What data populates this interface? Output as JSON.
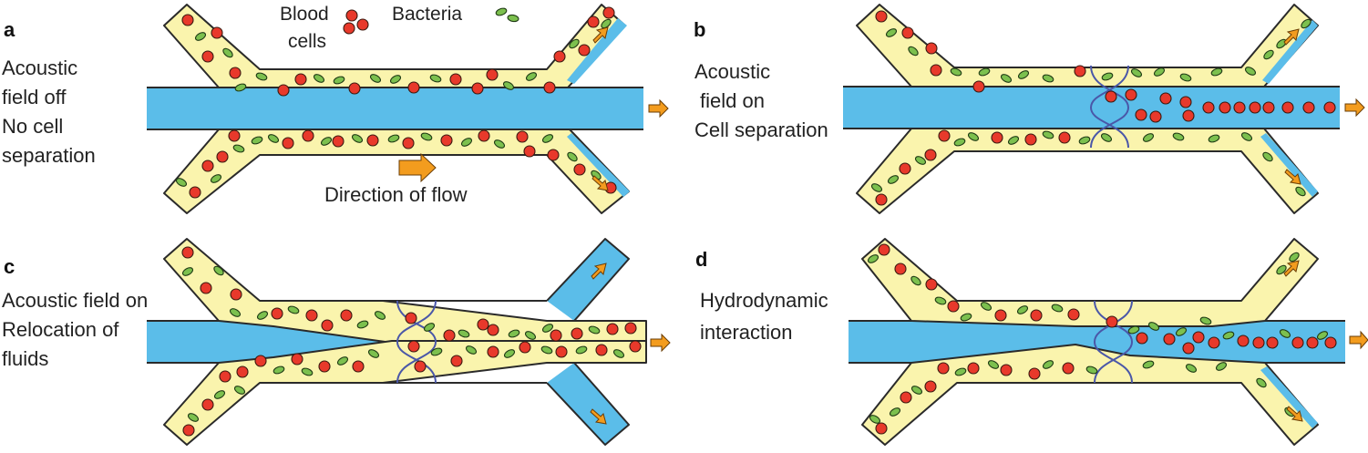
{
  "panels": [
    {
      "id": "a",
      "letter": "a",
      "caption_lines": [
        "Acoustic",
        "field off",
        "No cell",
        "separation"
      ]
    },
    {
      "id": "b",
      "letter": "b",
      "caption_lines": [
        "Acoustic",
        "field on",
        "Cell separation"
      ]
    },
    {
      "id": "c",
      "letter": "c",
      "caption_lines": [
        "Acoustic field on",
        "Relocation of",
        "fluids"
      ]
    },
    {
      "id": "d",
      "letter": "d",
      "caption_lines": [
        "Hydrodynamic",
        "interaction"
      ]
    }
  ],
  "legend": {
    "blood_lines": [
      "Blood",
      "cells"
    ],
    "bacteria": "Bacteria"
  },
  "direction_label": "Direction of flow",
  "colors": {
    "sample_fluid": "#faf4ad",
    "buffer_fluid": "#5bbde9",
    "blood_cell": "#e8392b",
    "bacteria": "#7cc04e",
    "arrow": "#f39c1e",
    "acoustic_wave": "#4a57a8"
  }
}
